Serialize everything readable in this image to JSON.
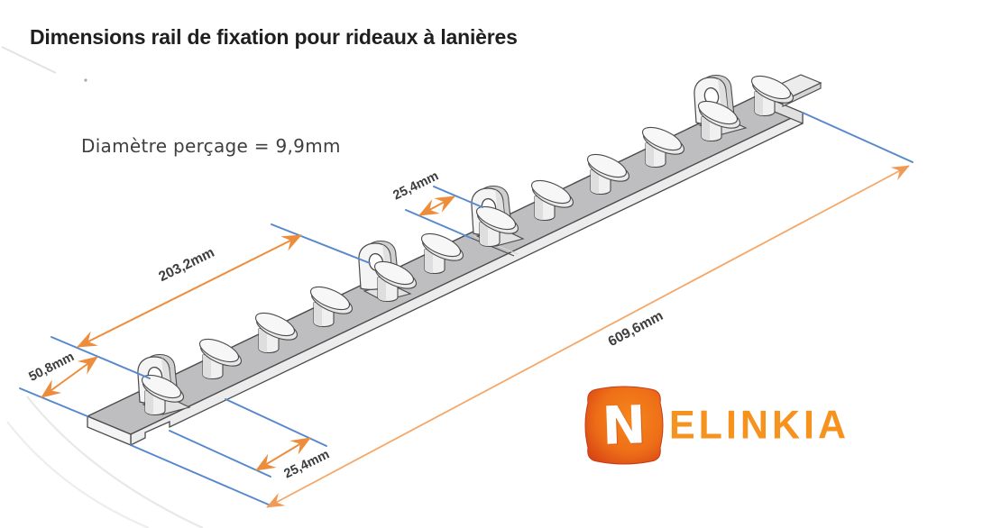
{
  "title": "Dimensions rail de fixation pour rideaux à lanières",
  "drill_note": "Diamètre perçage = 9,9mm",
  "dimension_labels": {
    "d508": "50,8mm",
    "d2032": "203,2mm",
    "d254_top": "25,4mm",
    "d254_bottom": "25,4mm",
    "d6096": "609,6mm"
  },
  "logo": {
    "badge_letter": "N",
    "wordmark": "ELINKIA"
  },
  "colors": {
    "dimension_blue": "#5688CE",
    "dimension_orange": "#ED8C3B",
    "dimension_orange_light": "#F4A768",
    "label_gray": "#3D3D3D",
    "rail_top_gray": "#BEBEC0",
    "rail_side_gray": "#ECECEC",
    "outline_gray": "#4A4A4A",
    "logo_orange": "#F6921E",
    "logo_badge_red": "#D23B16"
  }
}
